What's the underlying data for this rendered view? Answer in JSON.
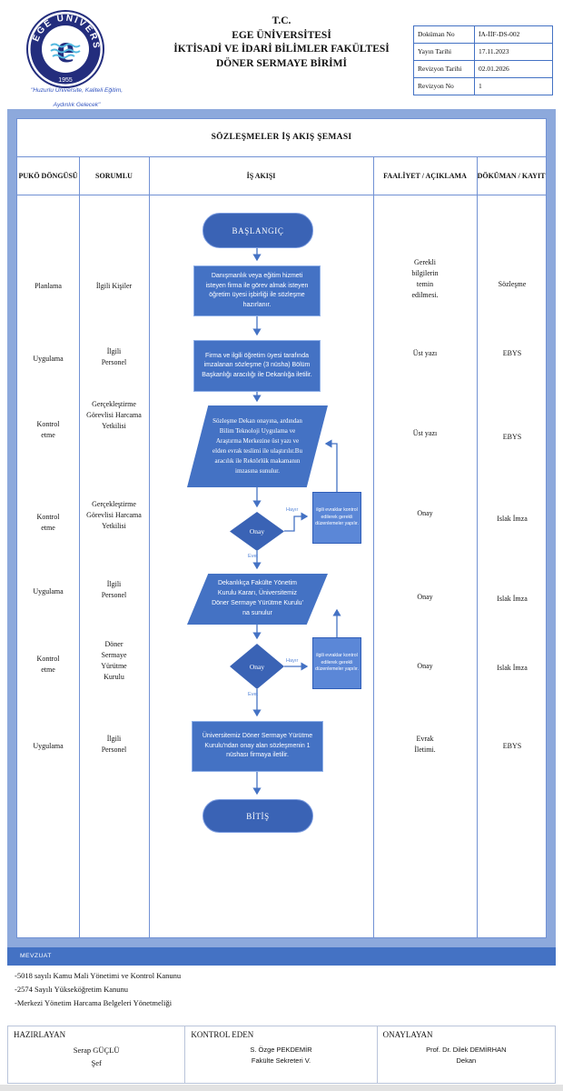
{
  "header": {
    "tc": "T.C.",
    "university": "EGE ÜNİVERSİTESİ",
    "faculty": "İKTİSADİ VE İDARİ BİLİMLER FAKÜLTESİ",
    "unit": "DÖNER SERMAYE BİRİMİ",
    "slogan_line1": "\"Huzurlu Üniversite, Kaliteli Eğitim,",
    "slogan_line2": "Aydınlık Gelecek\"",
    "logo": {
      "ring_text": "EGE ÜNİVERSİTESİ",
      "year": "1955",
      "letter": "e"
    },
    "doc_table": {
      "rows": [
        {
          "label": "Doküman No",
          "value": "İA-İİF-DS-002"
        },
        {
          "label": "Yayın Tarihi",
          "value": "17.11.2023"
        },
        {
          "label": "Revizyon Tarihi",
          "value": "02.01.2026"
        },
        {
          "label": "Revizyon No",
          "value": "1"
        }
      ]
    }
  },
  "flowchart": {
    "title": "SÖZLEŞMELER İŞ AKIŞ ŞEMASI",
    "columns": [
      "PUKÖ DÖNGÜSÜ",
      "SORUMLU",
      "İŞ AKIŞI",
      "FAALİYET / AÇIKLAMA",
      "DÖKÜMAN / KAYIT"
    ],
    "rows": [
      {
        "puko": "Planlama",
        "sorumlu": "İlgili Kişiler",
        "faaliyet": "Gerekli bilgilerin temin edilmesi.",
        "dokuman": "Sözleşme"
      },
      {
        "puko": "Uygulama",
        "sorumlu": "İlgili Personel",
        "faaliyet": "Üst yazı",
        "dokuman": "EBYS"
      },
      {
        "puko": "Kontrol etme",
        "sorumlu": "Gerçekleştirme Görevlisi Harcama Yetkilisi",
        "faaliyet": "Üst yazı",
        "dokuman": "EBYS"
      },
      {
        "puko": "Kontrol etme",
        "sorumlu": "Gerçekleştirme Görevlisi Harcama Yetkilisi",
        "faaliyet": "Onay",
        "dokuman": "Islak İmza"
      },
      {
        "puko": "Uygulama",
        "sorumlu": "İlgili Personel",
        "faaliyet": "Onay",
        "dokuman": "Islak İmza"
      },
      {
        "puko": "Kontrol etme",
        "sorumlu": "Döner Sermaye Yürütme Kurulu",
        "faaliyet": "Onay",
        "dokuman": "Islak İmza"
      },
      {
        "puko": "Uygulama",
        "sorumlu": "İlgili Personel",
        "faaliyet": "Evrak İletimi.",
        "dokuman": "EBYS"
      }
    ],
    "nodes": {
      "start": "BAŞLANGIÇ",
      "step1": "Danışmanlık veya eğitim hizmeti isteyen firma ile görev almak isteyen öğretim üyesi işbirliği ile sözleşme hazırlanır.",
      "step2": "Firma ve ilgili öğretim üyesi tarafında imzalanan sözleşme (3 nüsha) Bölüm Başkanlığı aracılığı ile Dekanlığa iletilir.",
      "step3": "Sözleşme Dekan onayına, ardından Bilim Teknoloji Uygulama ve Araştırma Merkezine üst yazı ve elden evrak teslimi ile ulaştırılır.Bu aracılık ile Rektörlük makamanın imzasına sunulur.",
      "decision1": "Onay",
      "step4": "Dekanlıkça Fakülte Yönetim Kurulu Kararı, Üniversitemiz Döner Sermaye Yürütme Kurulu' na sunulur",
      "decision2": "Onay",
      "step5": "Üniversitemiz Döner Sermaye Yürütme Kurulu'ndan onay alan sözleşmenin 1 nüshası firmaya iletilir.",
      "end": "BİTİŞ",
      "fix1": "ilgili evraklar kontrol edilerek gerekli düzenlemeler yapılır.",
      "fix2": "ilgili evraklar kontrol edilerek gerekli düzenlemeler yapılır.",
      "yes": "Evet",
      "no": "Hayır"
    }
  },
  "mevzuat": {
    "title": "MEVZUAT",
    "items": [
      "-5018 sayılı Kamu Mali Yönetimi ve Kontrol Kanunu",
      "-2574 Sayılı Yükseköğretim Kanunu",
      "-Merkezi Yönetim Harcama Belgeleri Yönetmeliği"
    ]
  },
  "signatures": [
    {
      "role": "HAZIRLAYAN",
      "name": "Serap GÜÇLÜ",
      "title": "Şef"
    },
    {
      "role": "KONTROL EDEN",
      "name": "S. Özge PEKDEMİR",
      "title": "Fakülte Sekreteri V."
    },
    {
      "role": "ONAYLAYAN",
      "name": "Prof. Dr. Dilek DEMİRHAN",
      "title": "Dekan"
    }
  ],
  "colors": {
    "accent": "#4472C4",
    "frame": "#8DA9DC",
    "dark_node": "#3A63B5",
    "light_node": "#5B87D7",
    "navy": "#232D7D"
  }
}
